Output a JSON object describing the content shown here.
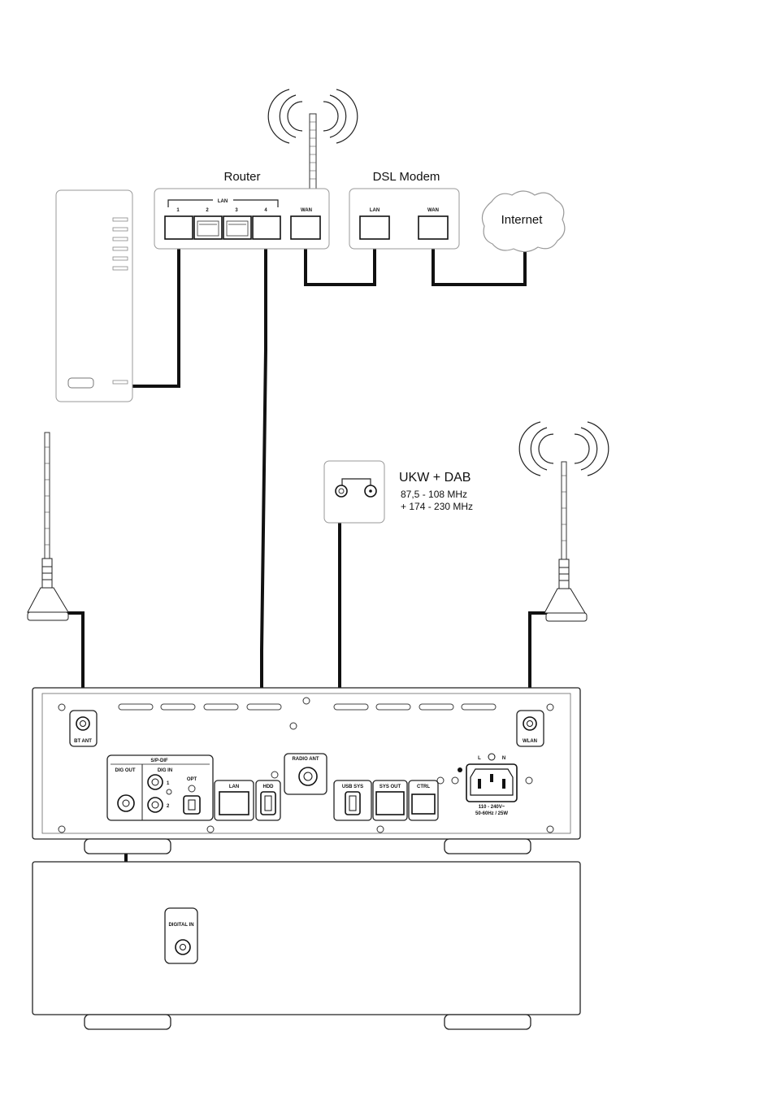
{
  "router": {
    "title": "Router",
    "lan_label": "LAN",
    "ports": [
      "1",
      "2",
      "3",
      "4"
    ],
    "wan_label": "WAN"
  },
  "modem": {
    "title": "DSL Modem",
    "lan_label": "LAN",
    "wan_label": "WAN"
  },
  "internet": {
    "label": "Internet"
  },
  "antenna_socket": {
    "title": "UKW + DAB",
    "freq1": "87,5 - 108 MHz",
    "freq2": "+ 174 - 230 MHz"
  },
  "rear_panel": {
    "bt_ant": "BT ANT",
    "wlan": "WLAN",
    "spdif": "S/P-DIF",
    "dig_out": "DIG OUT",
    "dig_in": "DIG IN",
    "dig_in_1": "1",
    "dig_in_2": "2",
    "opt": "OPT",
    "lan": "LAN",
    "hdd": "HDD",
    "radio_ant": "RADIO ANT",
    "usb_sys": "USB SYS",
    "sys_out": "SYS OUT",
    "ctrl": "CTRL",
    "power_l": "L",
    "power_n": "N",
    "power_rating1": "110 - 240V~",
    "power_rating2": "50-60Hz / 25W"
  },
  "lower_unit": {
    "digital_in": "DIGITAL IN"
  }
}
